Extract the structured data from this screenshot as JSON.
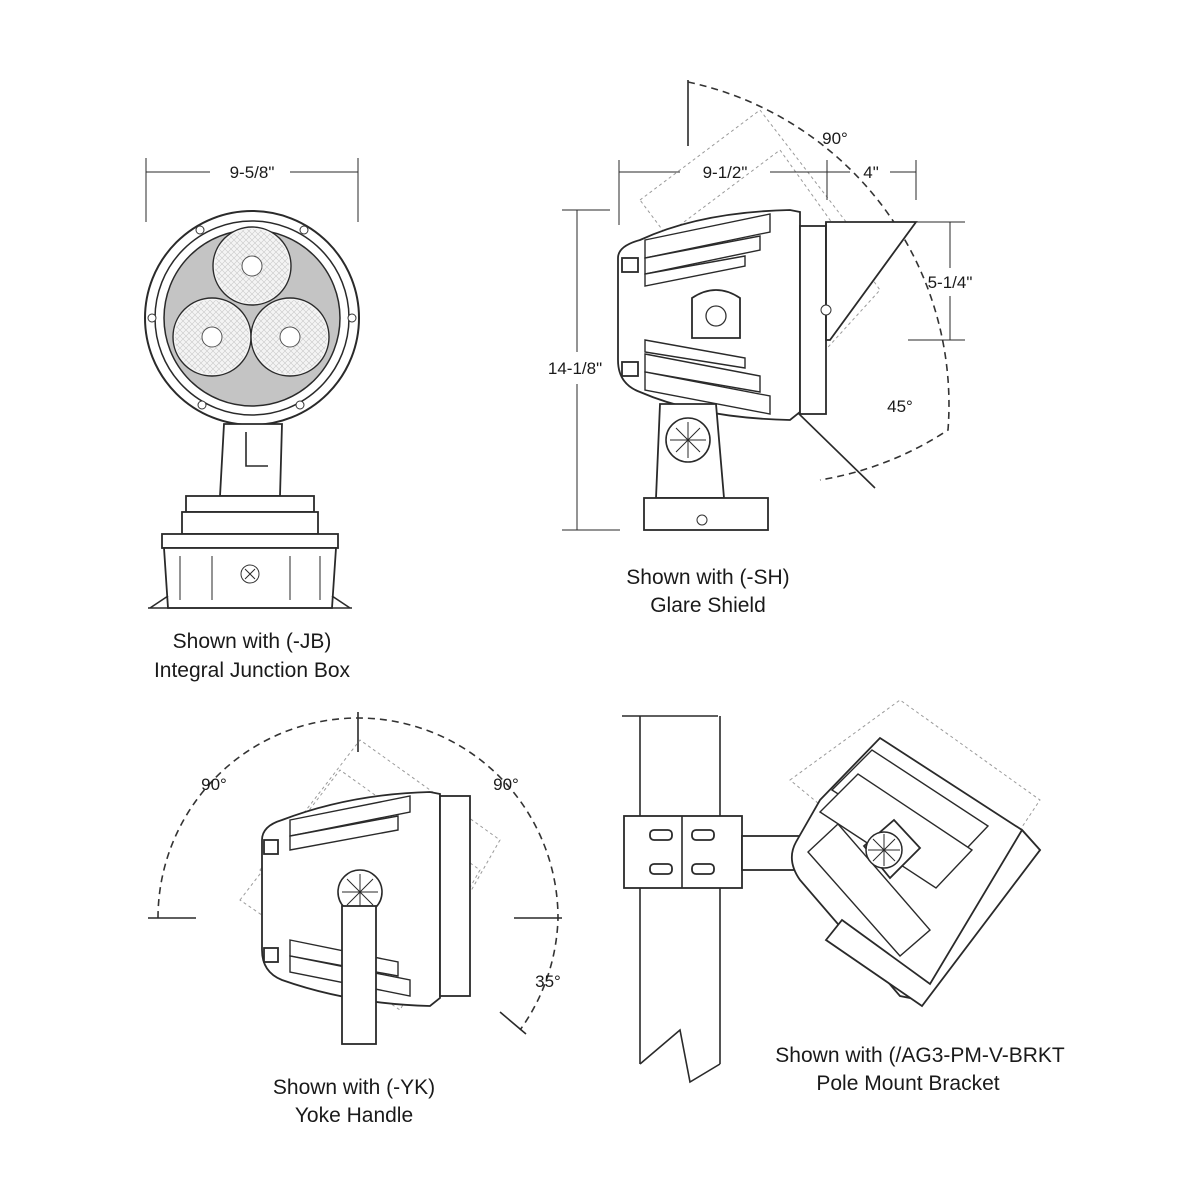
{
  "views": {
    "front": {
      "dimension_width": "9-5/8\"",
      "caption_line1": "Shown with (-JB)",
      "caption_line2": "Integral Junction Box"
    },
    "side": {
      "dimension_depth": "9-1/2\"",
      "dimension_shield": "4\"",
      "dimension_height": "14-1/8\"",
      "dimension_shield_height": "5-1/4\"",
      "angle_up": "90°",
      "angle_down": "45°",
      "caption_line1": "Shown with (-SH)",
      "caption_line2": "Glare Shield"
    },
    "yoke": {
      "angle_left": "90°",
      "angle_right": "90°",
      "angle_down": "35°",
      "caption_line1": "Shown with (-YK)",
      "caption_line2": "Yoke Handle"
    },
    "pole": {
      "caption_line1": "Shown with (/AG3-PM-V-BRKT",
      "caption_line2": "Pole Mount Bracket"
    }
  }
}
